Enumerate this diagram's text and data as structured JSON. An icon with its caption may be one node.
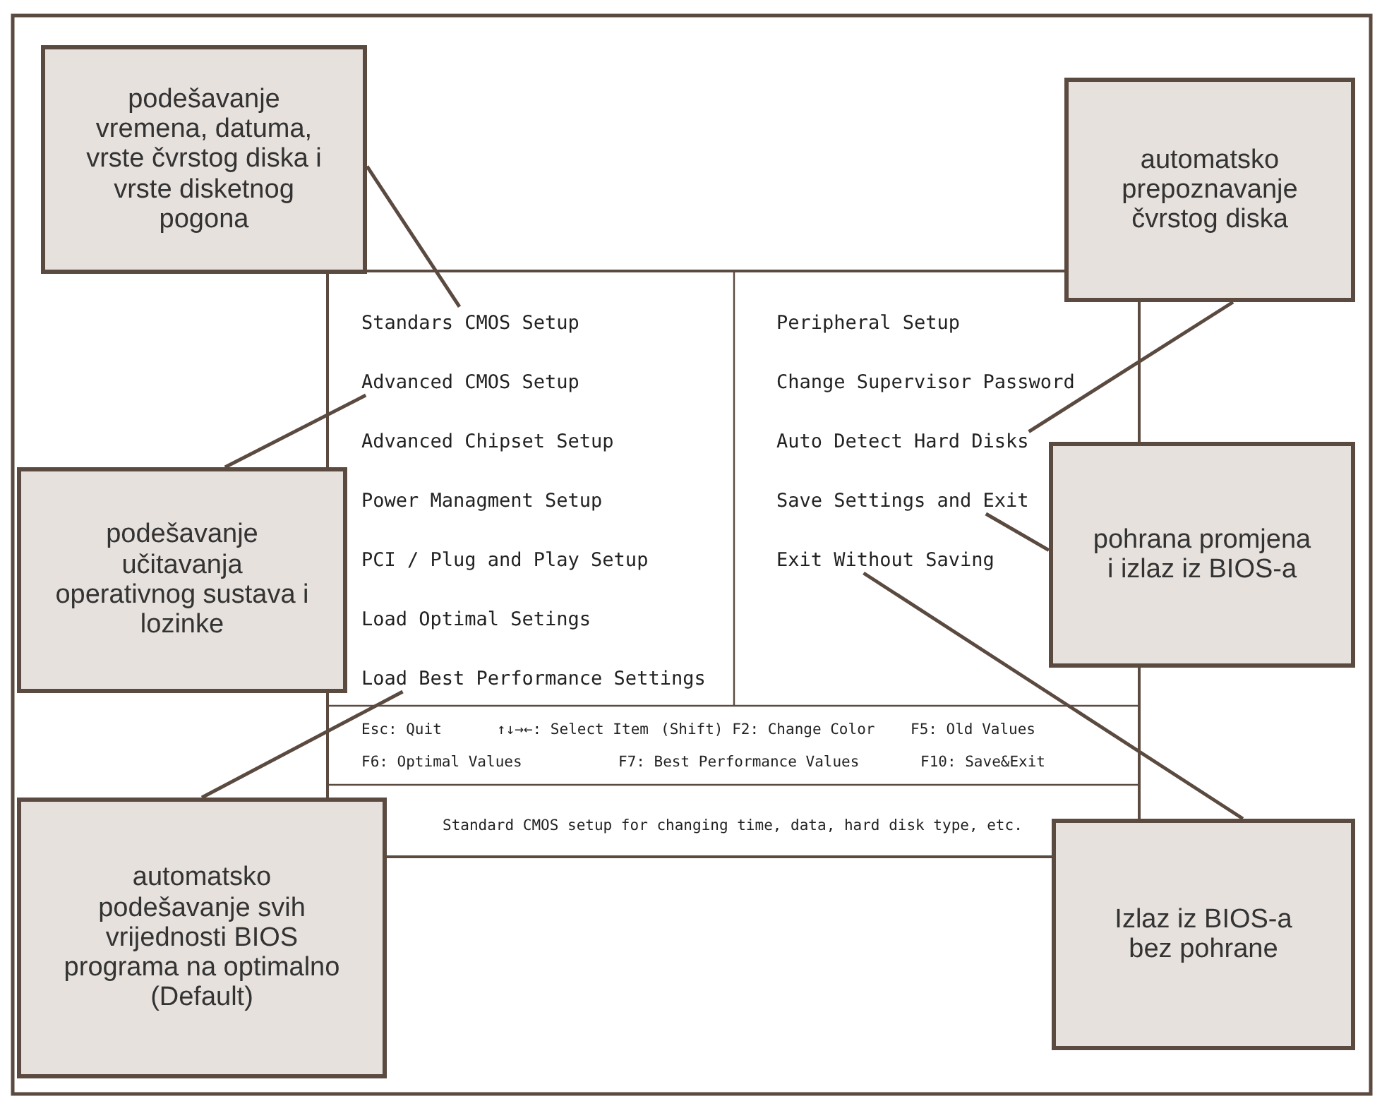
{
  "diagram": {
    "nodes": [
      {
        "text": [
          "podešavanje vremena, datuma, vrste čvrstog diska i vrste disketnog pogona"
        ]
      },
      {
        "text": [
          "automatsko prepoznavanje čvrstog diska"
        ]
      },
      {
        "text": [
          "podešavanje učitavanja operativnog sustava i lozinke"
        ]
      },
      {
        "text": [
          "pohrana promjena i izlaz iz BIOS-a"
        ]
      },
      {
        "text": [
          "automatsko podešavanje svih vrijednosti BIOS programa na optimalno (Default)"
        ]
      },
      {
        "text": [
          "Izlaz iz BIOS-a bez pohrane"
        ]
      },
      {
        "text": [
          "Standars CMOS Setup"
        ]
      },
      {
        "text": [
          "Advanced CMOS Setup"
        ]
      },
      {
        "text": [
          "Auto Detect Hard Disks"
        ]
      },
      {
        "text": [
          "Save Settings and Exit"
        ]
      },
      {
        "text": [
          "Exit Without Saving"
        ]
      },
      {
        "text": [
          "Load Best Performance Settings"
        ]
      }
    ],
    "edges": [
      {
        "from": 0,
        "to": 6,
        "arrow": "none"
      },
      {
        "from": 1,
        "to": 8,
        "arrow": "none"
      },
      {
        "from": 2,
        "to": 7,
        "arrow": "none"
      },
      {
        "from": 3,
        "to": 9,
        "arrow": "none"
      },
      {
        "from": 4,
        "to": 11,
        "arrow": "none"
      },
      {
        "from": 5,
        "to": 10,
        "arrow": "none"
      }
    ],
    "labels": [
      "Peripheral Setup",
      "Change Supervisor Password",
      "Advanced Chipset Setup",
      "Power Managment Setup",
      "PCI / Plug and Play Setup",
      "Load Optimal Setings",
      "Esc: Quit",
      "↑↓→←: Select Item",
      "(Shift) F2: Change Color",
      "F5: Old Values",
      "F6: Optimal Values",
      "F7: Best Performance Values",
      "F10: Save&Exit",
      "Standard CMOS setup for changing time, data, hard disk type, etc."
    ]
  }
}
